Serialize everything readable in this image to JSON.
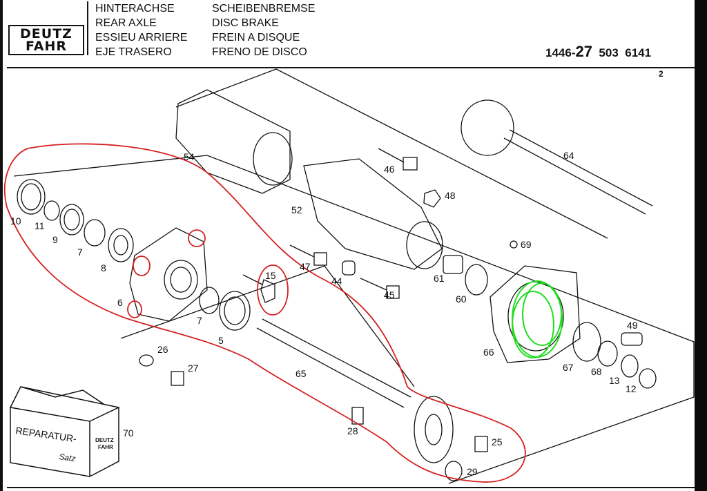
{
  "header": {
    "brand_line1": "DEUTZ",
    "brand_line2": "FAHR",
    "titles_de": "HINTERACHSE",
    "titles_en": "REAR AXLE",
    "titles_fr": "ESSIEU ARRIERE",
    "titles_es": "EJE TRASERO",
    "sub_de": "SCHEIBENBREMSE",
    "sub_en": "DISC BRAKE",
    "sub_fr": "FREIN A DISQUE",
    "sub_es": "FRENO DE DISCO",
    "part_prefix": "1446-",
    "part_big": "27",
    "part_mid": "503",
    "part_end": "6141",
    "page_number": "2"
  },
  "labels": [
    {
      "id": "10",
      "text": "10"
    },
    {
      "id": "11",
      "text": "11"
    },
    {
      "id": "9",
      "text": "9"
    },
    {
      "id": "7a",
      "text": "7"
    },
    {
      "id": "8",
      "text": "8"
    },
    {
      "id": "6",
      "text": "6"
    },
    {
      "id": "7b",
      "text": "7"
    },
    {
      "id": "5",
      "text": "5"
    },
    {
      "id": "15",
      "text": "15"
    },
    {
      "id": "26",
      "text": "26"
    },
    {
      "id": "27",
      "text": "27"
    },
    {
      "id": "65",
      "text": "65"
    },
    {
      "id": "28",
      "text": "28"
    },
    {
      "id": "25",
      "text": "25"
    },
    {
      "id": "29",
      "text": "29"
    },
    {
      "id": "70",
      "text": "70"
    },
    {
      "id": "54",
      "text": "54"
    },
    {
      "id": "52",
      "text": "52"
    },
    {
      "id": "46",
      "text": "46"
    },
    {
      "id": "48",
      "text": "48"
    },
    {
      "id": "47",
      "text": "47"
    },
    {
      "id": "44",
      "text": "44"
    },
    {
      "id": "45",
      "text": "45"
    },
    {
      "id": "61",
      "text": "61"
    },
    {
      "id": "60",
      "text": "60"
    },
    {
      "id": "64",
      "text": "64"
    },
    {
      "id": "69",
      "text": "69"
    },
    {
      "id": "66",
      "text": "66"
    },
    {
      "id": "49",
      "text": "49"
    },
    {
      "id": "67",
      "text": "67"
    },
    {
      "id": "68",
      "text": "68"
    },
    {
      "id": "13",
      "text": "13"
    },
    {
      "id": "12",
      "text": "12"
    }
  ],
  "box": {
    "line1": "REPARATUR-",
    "line2": "Satz",
    "logo1": "DEUTZ",
    "logo2": "FAHR"
  },
  "colors": {
    "ink": "#111111",
    "red_annotation": "#d42020",
    "green_annotation": "#22dd22"
  }
}
